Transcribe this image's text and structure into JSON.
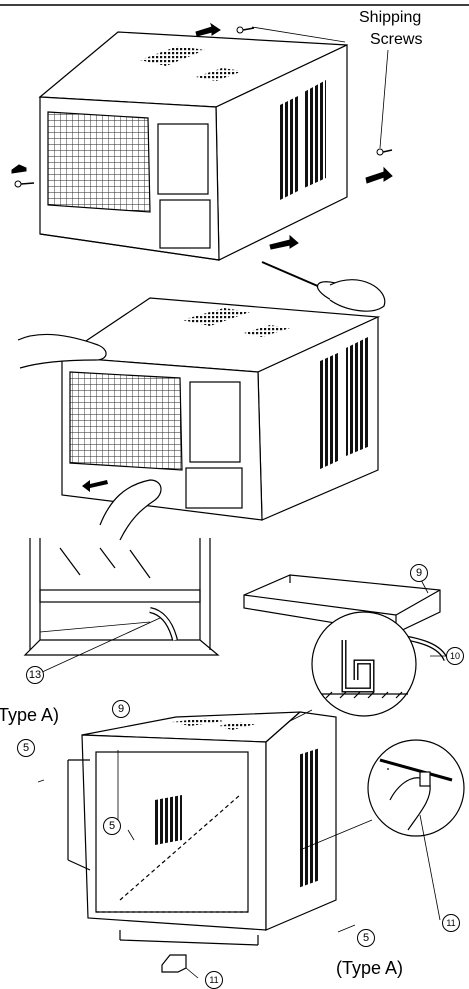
{
  "labels": {
    "shipping_line1": "Shipping",
    "shipping_line2": "Screws",
    "type_a_left": "(Type A)",
    "type_a_bottom": "(Type A)"
  },
  "parts": {
    "p5": "5",
    "p9": "9",
    "p10": "10",
    "p11": "11",
    "p13": "13"
  }
}
